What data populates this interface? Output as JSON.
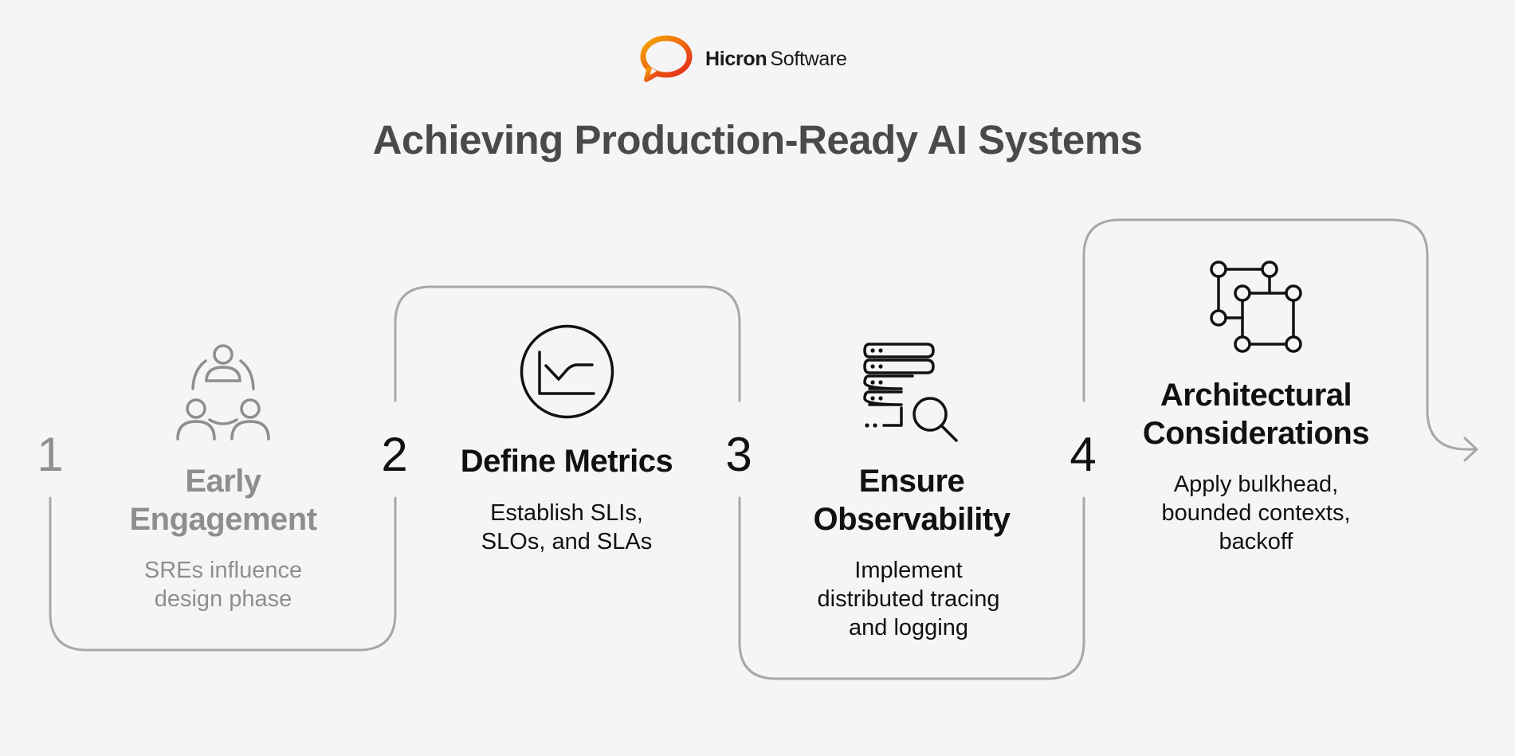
{
  "logo": {
    "brand_bold": "Hicron",
    "brand_light": "Software",
    "icon": "chat-bubble-logo-icon",
    "colors": {
      "orange": "#f39200",
      "red": "#e3261f"
    }
  },
  "title": "Achieving Production-Ready AI Systems",
  "colors": {
    "line": "#a8a8a8",
    "muted_text": "#8e8e8e",
    "dark_text": "#111111"
  },
  "steps": [
    {
      "number": "1",
      "title_lines": [
        "Early",
        "Engagement"
      ],
      "desc_lines": [
        "SREs influence",
        "design phase"
      ],
      "icon": "team-collaboration-icon"
    },
    {
      "number": "2",
      "title_lines": [
        "Define Metrics"
      ],
      "desc_lines": [
        "Establish SLIs,",
        "SLOs, and SLAs"
      ],
      "icon": "chart-circle-icon"
    },
    {
      "number": "3",
      "title_lines": [
        "Ensure",
        "Observability"
      ],
      "desc_lines": [
        "Implement",
        "distributed tracing",
        "and logging"
      ],
      "icon": "server-search-icon"
    },
    {
      "number": "4",
      "title_lines": [
        "Architectural",
        "Considerations"
      ],
      "desc_lines": [
        "Apply bulkhead,",
        "bounded contexts,",
        "backoff"
      ],
      "icon": "architecture-nodes-icon"
    }
  ]
}
